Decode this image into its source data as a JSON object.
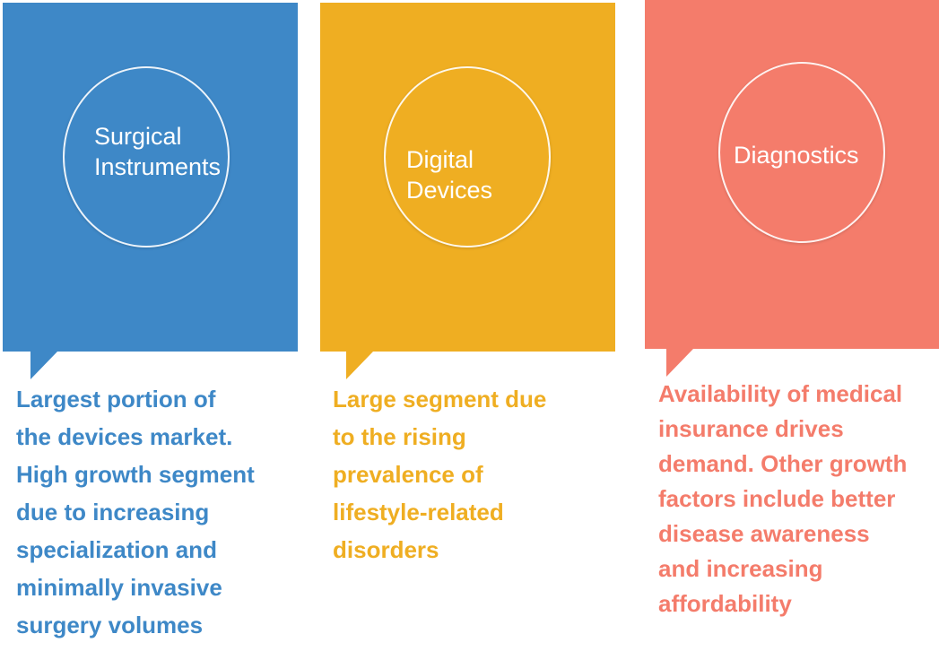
{
  "colors": {
    "blue": "#3e88c7",
    "yellow": "#efae22",
    "salmon": "#f47c6b"
  },
  "panels": [
    {
      "title": "Surgical\nInstruments",
      "description": "Largest portion of\nthe devices market.\nHigh growth segment\ndue to increasing\nspecialization and\nminimally invasive\nsurgery volumes"
    },
    {
      "title": "Digital\nDevices",
      "description": "Large segment due\nto the rising\nprevalence of\nlifestyle-related\ndisorders"
    },
    {
      "title": "Diagnostics",
      "description": "Availability of medical\ninsurance drives\ndemand. Other growth\nfactors include better\ndisease awareness\nand increasing\naffordability"
    }
  ]
}
